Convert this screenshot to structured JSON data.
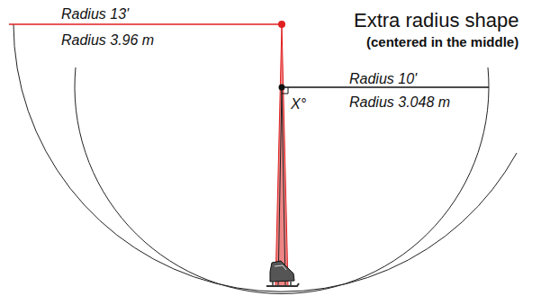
{
  "diagram": {
    "title": "Extra radius shape",
    "labels": [
      "(centered in the middle)",
      "Radius 13'",
      "Radius 3.96 m",
      "Radius 10'",
      "Radius 3.048 m",
      "X°"
    ]
  }
}
